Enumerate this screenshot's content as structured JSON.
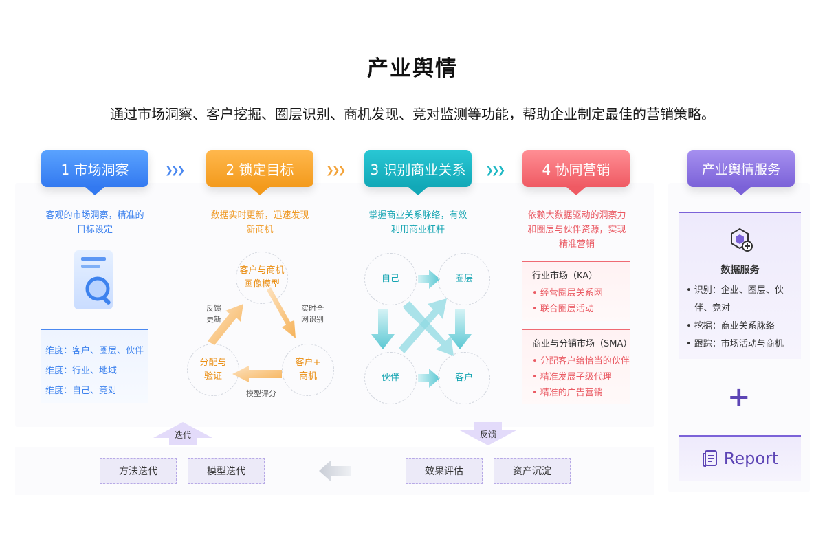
{
  "title": "产业舆情",
  "subtitle": "通过市场洞察、客户挖掘、圈层识别、商机发现、竞对监测等功能，帮助企业制定最佳的营销策略。",
  "steps": [
    {
      "label": "1 市场洞察",
      "color": "#3379f0"
    },
    {
      "label": "2 锁定目标",
      "color": "#f39a1c"
    },
    {
      "label": "3 识别商业关系",
      "color": "#12a8b7"
    },
    {
      "label": "4 协同营销",
      "color": "#ef5a63"
    }
  ],
  "service_step": {
    "label": "产业舆情服务",
    "color": "#7b62d8"
  },
  "col1": {
    "desc_lines": [
      "客观的市场洞察，精准的",
      "目标设定"
    ],
    "dims": [
      "维度：客户、圈层、伙伴",
      "维度：行业、地域",
      "维度：自己、竞对"
    ]
  },
  "col2": {
    "desc_lines": [
      "数据实时更新，迅速发现",
      "新商机"
    ],
    "nodes": {
      "top": [
        "客户与商机",
        "画像模型"
      ],
      "right": [
        "客户+",
        "商机"
      ],
      "left": [
        "分配与",
        "验证"
      ]
    },
    "edges": {
      "realtime": [
        "实时全",
        "网识别"
      ],
      "model": "模型评分",
      "feedback": [
        "反馈",
        "更新"
      ]
    }
  },
  "col3": {
    "desc_lines": [
      "掌握商业关系脉络，有效",
      "利用商业杠杆"
    ],
    "nodes": {
      "self": "自己",
      "circle": "圈层",
      "partner": "伙伴",
      "customer": "客户"
    }
  },
  "col4": {
    "desc_lines": [
      "依赖大数据驱动的洞察力",
      "和圈层与伙伴资源，实现",
      "精准营销"
    ],
    "ka": {
      "title": "行业市场（KA）",
      "items": [
        "• 经营圈层关系网",
        "• 联合圈层活动"
      ]
    },
    "sma": {
      "title": "商业与分销市场（SMA）",
      "items": [
        "• 分配客户给恰当的伙伴",
        "• 精准发展子级代理",
        "• 精准的广告营销"
      ]
    }
  },
  "service": {
    "title": "数据服务",
    "icon": "data-cube-icon",
    "items": [
      "• 识别：企业、圈层、伙",
      "伴、竞对",
      "• 挖掘：商业关系脉络",
      "• 跟踪：市场活动与商机"
    ],
    "plus": "+",
    "report_label": "Report",
    "report_icon": "document-icon"
  },
  "flow": {
    "iterate_tag": "迭代",
    "feedback_tag": "反馈",
    "buttons": [
      "方法迭代",
      "模型迭代",
      "效果评估",
      "资产沉淀"
    ]
  }
}
